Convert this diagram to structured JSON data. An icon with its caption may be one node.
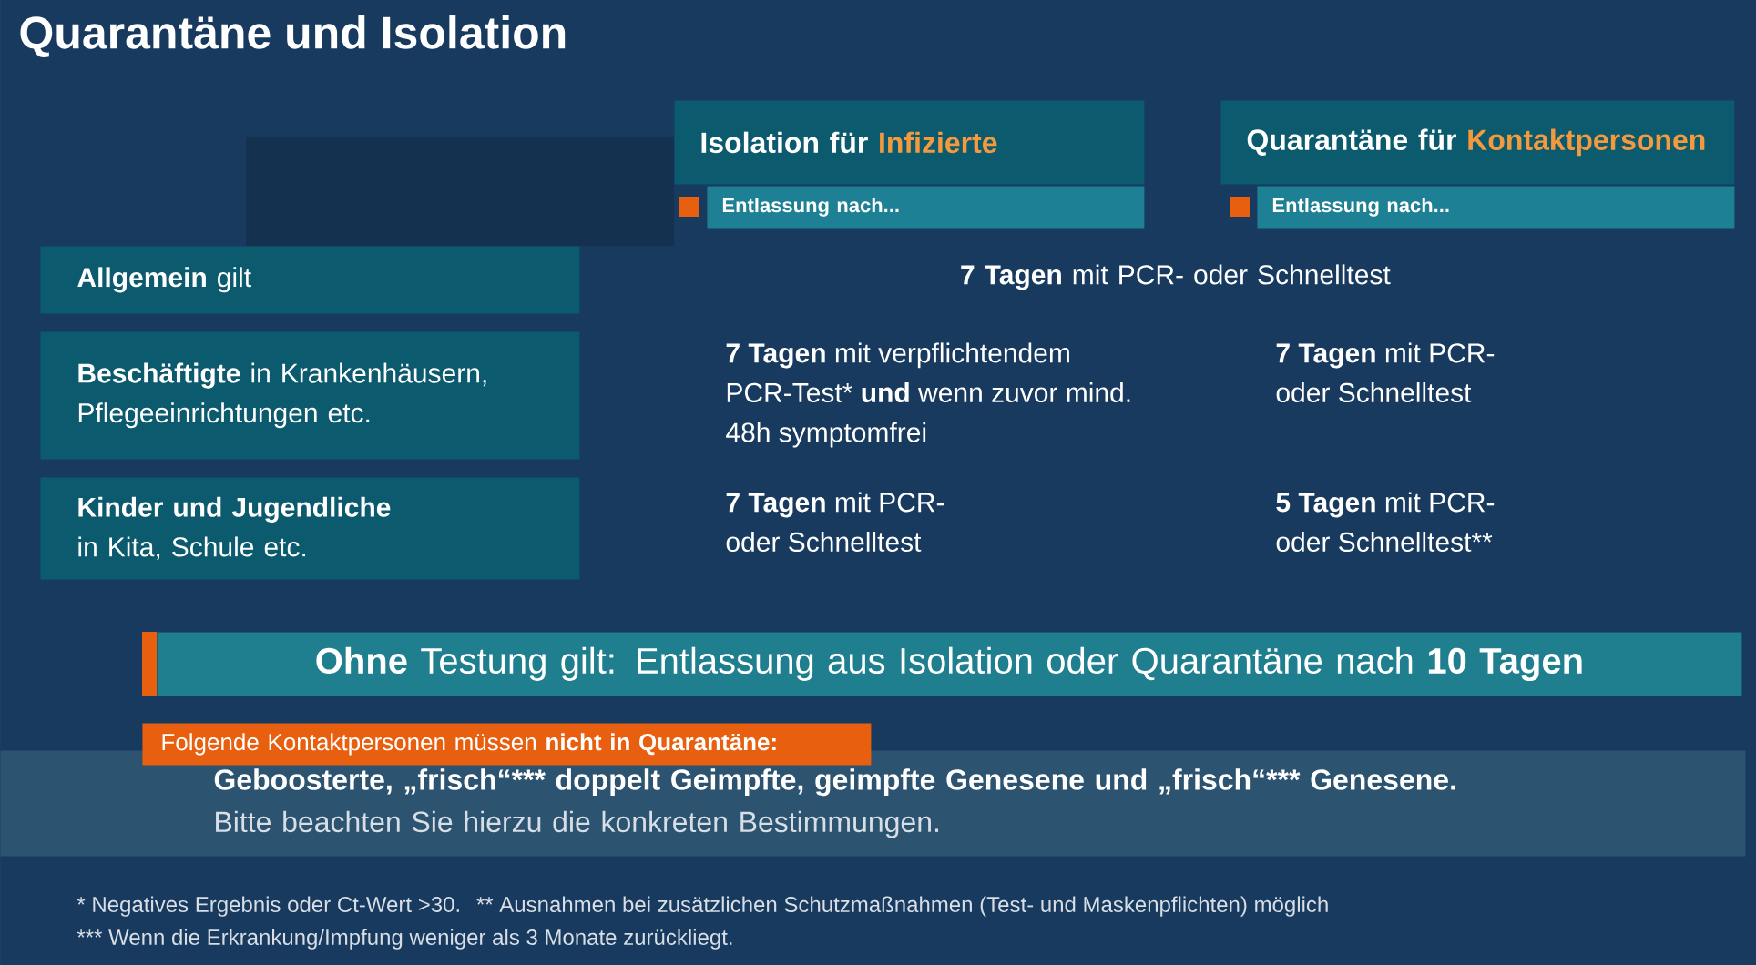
{
  "diagram": {
    "title": "Quarantäne und Isolation",
    "nodes": [
      {
        "text": [
          "Isolation für",
          "Infizierte"
        ]
      },
      {
        "text": [
          "Entlassung nach..."
        ]
      },
      {
        "text": [
          "Quarantäne für",
          "Kontaktpersonen"
        ]
      },
      {
        "text": [
          "Entlassung nach..."
        ]
      },
      {
        "text": [
          "**Allgemein** gilt"
        ]
      },
      {
        "text": [
          "**Beschäftigte** in Krankenhäusern, Pflegeeinrichtungen etc."
        ]
      },
      {
        "text": [
          "**Kinder und Jugendliche** in Kita, Schule etc."
        ]
      },
      {
        "text": [
          "**Ohne** Testung gilt: Entlassung aus Isolation oder Quarantäne nach **10 Tagen**"
        ]
      },
      {
        "text": [
          "Folgende Kontaktpersonen müssen **nicht in Quarantäne:**"
        ]
      },
      {
        "text": [
          "Geboosterte, „frisch“*** doppelt Geimpfte, geimpfte Genesene und „frisch“*** Genesene.",
          "Bitte beachten Sie hierzu die konkreten Bestimmungen."
        ]
      }
    ],
    "labels": [
      "**7 Tagen** mit PCR- oder Schnelltest",
      "**7 Tagen** mit verpflichtendem PCR-Test* **und** wenn zuvor mind. 48h symptomfrei",
      "**7 Tagen** mit PCR- oder Schnelltest",
      "**7 Tagen** mit PCR- oder Schnelltest",
      "**5 Tagen** mit PCR- oder Schnelltest**",
      "* Negatives Ergebnis oder Ct-Wert >30.",
      "** Ausnahmen bei zusätzlichen Schutzmaßnahmen (Test- und Maskenpflichten) möglich",
      "*** Wenn die Erkrankung/Impfung weniger als 3 Monate zurückliegt."
    ]
  }
}
